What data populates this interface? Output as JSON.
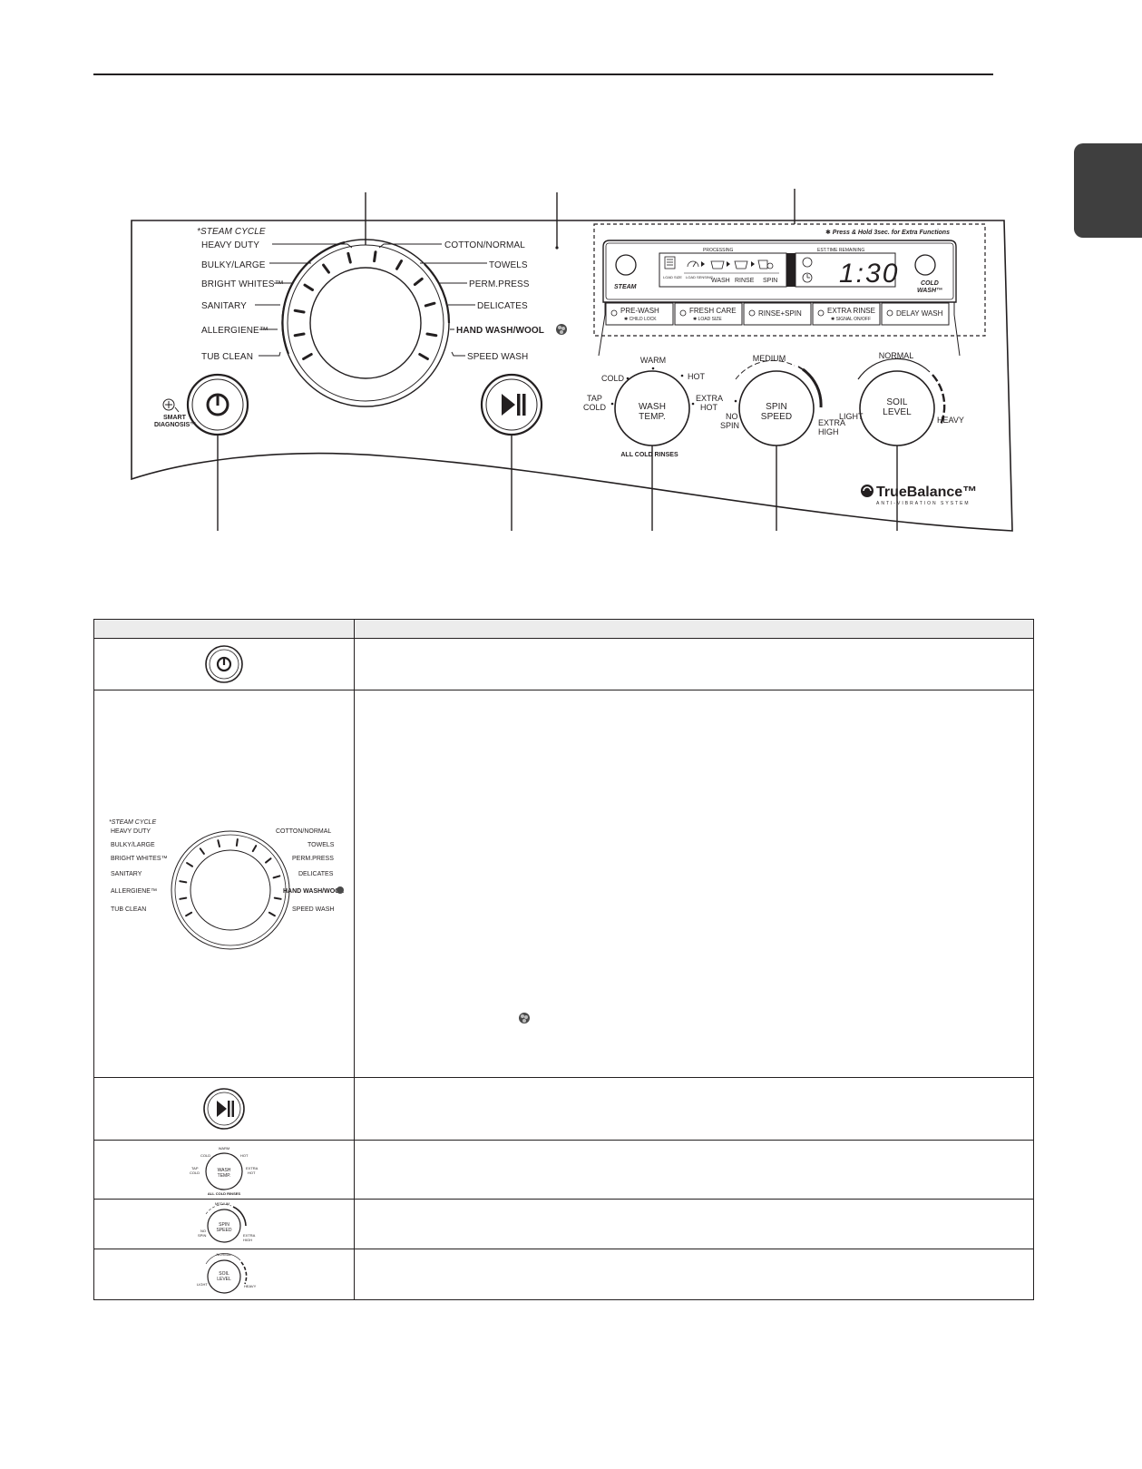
{
  "panel": {
    "steam_cycle_note": "*STEAM CYCLE",
    "cycles_left": [
      "HEAVY DUTY",
      "BULKY/LARGE",
      "BRIGHT WHITES™",
      "SANITARY",
      "ALLERGIENE™",
      "TUB CLEAN"
    ],
    "cycles_right": [
      "COTTON/NORMAL",
      "TOWELS",
      "PERM.PRESS",
      "DELICATES",
      "HAND WASH/WOOL",
      "SPEED WASH"
    ],
    "smart_diagnosis": [
      "SMART",
      "DIAGNOSIS™"
    ],
    "display": {
      "press_hold_note": "✱ Press & Hold 3sec. for Extra Functions",
      "processing_label": "PROCESSING",
      "est_time_label": "EST.TIME REMAINING",
      "stages": [
        "LOAD SIZE",
        "LOAD SENSING",
        "WASH",
        "RINSE",
        "SPIN"
      ],
      "time": "1:30",
      "steam_label": "STEAM",
      "cold_wash_label": [
        "COLD",
        "WASH™"
      ],
      "buttons": [
        {
          "label": "PRE-WASH",
          "sub": "✱ CHILD LOCK"
        },
        {
          "label": "FRESH CARE",
          "sub": "✱ LOAD SIZE"
        },
        {
          "label": "RINSE+SPIN",
          "sub": ""
        },
        {
          "label": "EXTRA RINSE",
          "sub": "✱ SIGNAL ON/OFF"
        },
        {
          "label": "DELAY WASH",
          "sub": ""
        }
      ]
    },
    "wash_temp": {
      "label": [
        "WASH",
        "TEMP."
      ],
      "options": [
        "TAP COLD",
        "COLD",
        "WARM",
        "HOT",
        "EXTRA HOT"
      ],
      "bottom": "ALL COLD RINSES"
    },
    "spin_speed": {
      "label": [
        "SPIN",
        "SPEED"
      ],
      "options": [
        "NO SPIN",
        "MEDIUM",
        "EXTRA HIGH"
      ]
    },
    "soil_level": {
      "label": [
        "SOIL",
        "LEVEL"
      ],
      "options": [
        "LIGHT",
        "NORMAL",
        "HEAVY"
      ]
    },
    "brand": "TrueBalance™",
    "brand_sub": "ANTI-VIBRATION SYSTEM"
  }
}
